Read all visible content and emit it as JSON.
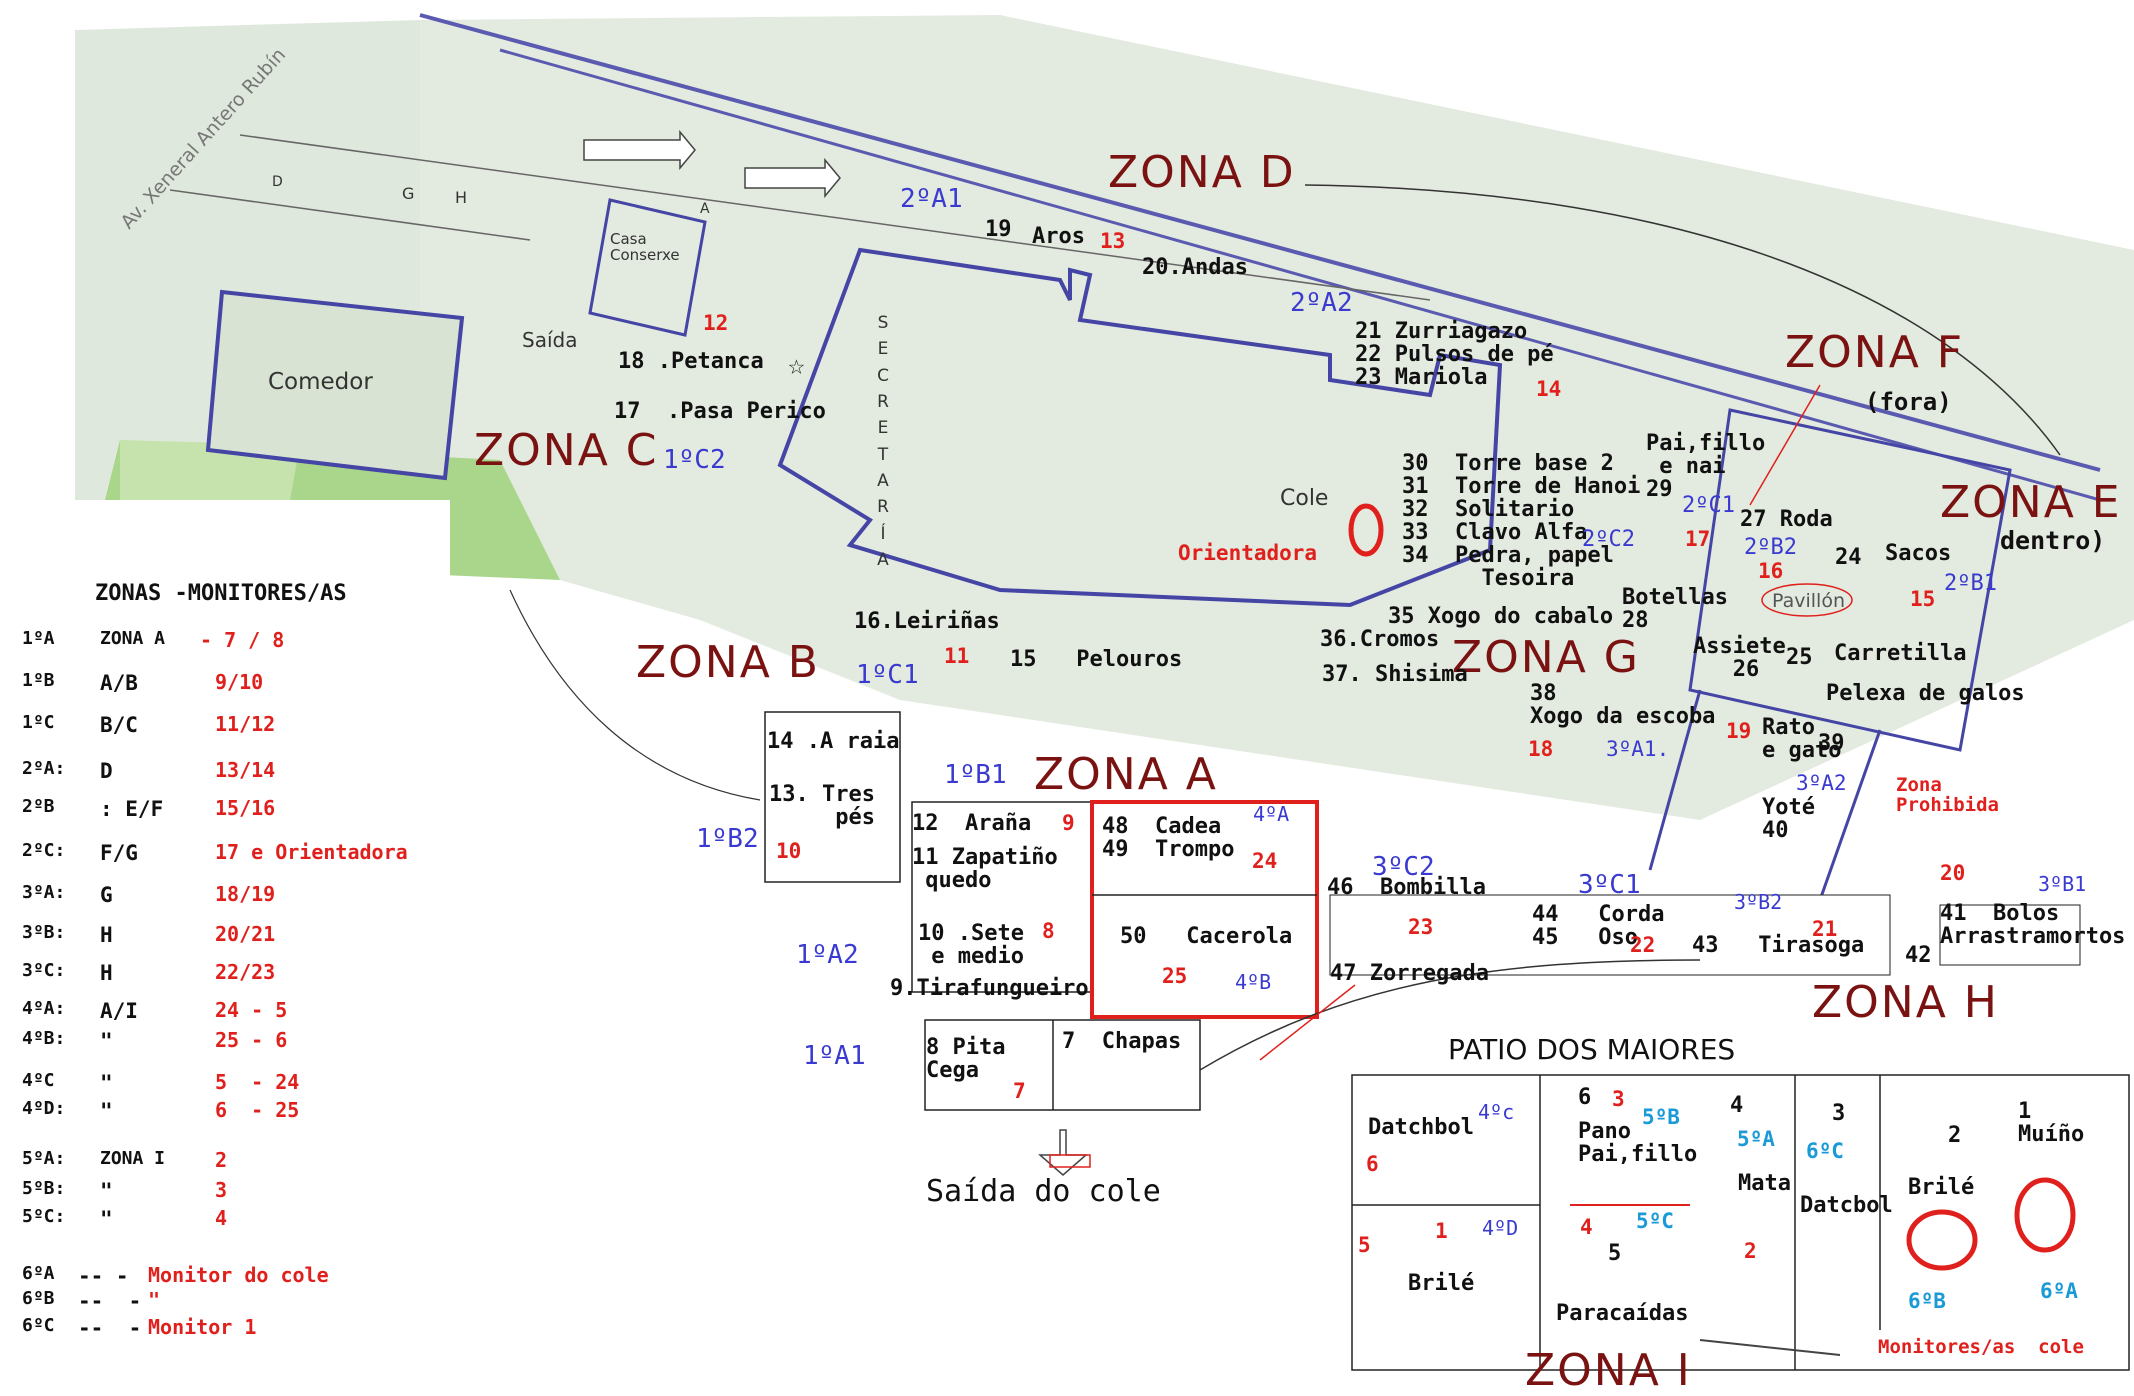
{
  "zones": {
    "a": "ZONA A",
    "b": "ZONA B",
    "c": "ZONA C",
    "d": "ZONA D",
    "e": "ZONA E",
    "e_note": "dentro)",
    "f": "ZONA F",
    "f_note": "(fora)",
    "g": "ZONA G",
    "h": "ZONA H",
    "i": "ZONA I"
  },
  "places": {
    "street": "Av. Xeneral Antero Rubín",
    "comedor": "Comedor",
    "casa": "Casa\nConserxe",
    "saida": "Saída",
    "secretaria": "SECRETARÍA",
    "cole": "Cole",
    "orientadora": "Orientadora",
    "pavillon": "Pavillón",
    "zona_prohibida": "Zona\nProhibida",
    "saida_cole": "Saída do cole",
    "patio": "PATIO DOS MAIORES",
    "monitores_cole": "Monitores/as  cole",
    "g_mark": "G",
    "h_mark": "H",
    "d_mark": "D",
    "a_mark": "A"
  },
  "games": {
    "g1": "1\nMuíño",
    "g2": "2",
    "g3": "3",
    "g4": "4",
    "g5": "5",
    "g6": "6",
    "pano": "Pano\nPai,fillo",
    "mata": "Mata",
    "datcbol": "Datcbol",
    "brile_r": "Brilé",
    "datchbol": "Datchbol",
    "brile_l": "Brilé",
    "paracaidas": "Paracaídas",
    "g7": "7  Chapas",
    "g8": "8 Pita\nCega",
    "g9": "9.Tirafungueiro",
    "g10": "10 .Sete\n e medio",
    "g11": "11 Zapatiño\n quedo",
    "g12": "12  Araña",
    "g13": "13. Tres\n     pés",
    "g14": "14 .A raia",
    "g15": "15   Pelouros",
    "g16": "16.Leiriñas",
    "g17": "17  .Pasa Perico",
    "g18": "18 .Petanca",
    "g19": "19",
    "aros": "Aros",
    "g20": "20.Andas",
    "g21_23": "21 Zurriagazo\n22 Pulsos de pé\n23 Mariola",
    "g24": "24",
    "sacos": "Sacos",
    "g25": "25",
    "carretilla": "Carretilla",
    "pelexa": "Pelexa de galos",
    "g26": "Assiete\n   26",
    "g27": "27 Roda",
    "g28": "Botellas\n28",
    "g29": "Pai,fillo\n e nai\n29",
    "g30_34": "30  Torre base 2\n31  Torre de Hanoi\n32  Solitario\n33  Clavo Alfa\n34  Pedra, papel\n      Tesoira",
    "g35": "35 Xogo do cabalo",
    "g36": "36.Cromos",
    "g37": "37. Shisima",
    "g38": "38\nXogo da escoba",
    "g39": "39",
    "rato": "Rato\ne gato",
    "yote": "Yoté\n40",
    "g41": "41  Bolos\nArrastramortos",
    "g42": "42",
    "g43": "43   Tirasoga",
    "g44_45": "44   Corda\n45   Oso",
    "g46": "46  Bombilla",
    "g47": "47 Zorregada",
    "g48_49": "48  Cadea\n49  Trompo",
    "g50": "50   Cacerola"
  },
  "monitors": {
    "m1": "1",
    "m2": "2",
    "m3": "3",
    "m4": "4",
    "m5": "5",
    "m6": "6",
    "m7": "7",
    "m8": "8",
    "m9": "9",
    "m10": "10",
    "m11": "11",
    "m12": "12",
    "m13": "13",
    "m14": "14",
    "m15": "15",
    "m16": "16",
    "m17": "17",
    "m18": "18",
    "m19": "19",
    "m20": "20",
    "m21": "21",
    "m22": "22",
    "m23": "23",
    "m24": "24",
    "m25": "25"
  },
  "groups": {
    "a2_1": "2ºA1",
    "a2_2": "2ºA2",
    "c1_2": "1ºC2",
    "c1_1": "1ºC1",
    "b1_1": "1ºB1",
    "b1_2": "1ºB2",
    "a1_2": "1ºA2",
    "a1_1": "1ºA1",
    "a4": "4ºA",
    "b4": "4ºB",
    "c3_2": "3ºC2",
    "c3_1": "3ºC1",
    "b3_2": "3ºB2",
    "b3_1": "3ºB1",
    "a3_1": "3ºA1.",
    "a3_2": "3ºA2",
    "c2_1": "2ºC1",
    "c2_2": "2ºC2",
    "b2_2": "2ºB2",
    "b2_1": "2ºB1",
    "c4": "4ºc",
    "d4": "4ºD",
    "b5": "5ºB",
    "a5": "5ºA",
    "c6": "6ºC",
    "c5": "5ºC",
    "b6": "6ºB",
    "a6": "6ºA"
  },
  "legend": {
    "header": "ZONAS -MONITORES/AS",
    "rows": [
      {
        "curso": "1ºA",
        "zona": "ZONA A",
        "mon": "- 7 / 8"
      },
      {
        "curso": "1ºB",
        "zona": "A/B",
        "mon": "9/10"
      },
      {
        "curso": "1ºC",
        "zona": "B/C",
        "mon": "11/12"
      },
      {
        "curso": "2ºA:",
        "zona": "D",
        "mon": "13/14"
      },
      {
        "curso": "2ºB",
        "zona": ": E/F",
        "mon": "15/16"
      },
      {
        "curso": "2ºC:",
        "zona": "F/G",
        "mon": "17 e Orientadora"
      },
      {
        "curso": "3ºA:",
        "zona": "G",
        "mon": "18/19"
      },
      {
        "curso": "3ºB:",
        "zona": "H",
        "mon": "20/21"
      },
      {
        "curso": "3ºC:",
        "zona": "H",
        "mon": "22/23"
      },
      {
        "curso": "4ºA:",
        "zona": "A/I",
        "mon": "24 - 5"
      },
      {
        "curso": "4ºB:",
        "zona": "\"",
        "mon": "25 - 6"
      },
      {
        "curso": "4ºC",
        "zona": "\"",
        "mon": "5  - 24"
      },
      {
        "curso": "4ºD:",
        "zona": "\"",
        "mon": "6  - 25"
      },
      {
        "curso": "5ºA:",
        "zona": "ZONA I",
        "mon": "2"
      },
      {
        "curso": "5ºB:",
        "zona": "\"",
        "mon": "3"
      },
      {
        "curso": "5ºC:",
        "zona": "\"",
        "mon": "4"
      },
      {
        "curso": "6ºA",
        "zona": "-- -",
        "mon": "Monitor do cole"
      },
      {
        "curso": "6ºB",
        "zona": "--  -",
        "mon": "\""
      },
      {
        "curso": "6ºC",
        "zona": "--  -",
        "mon": "Monitor 1"
      }
    ]
  }
}
